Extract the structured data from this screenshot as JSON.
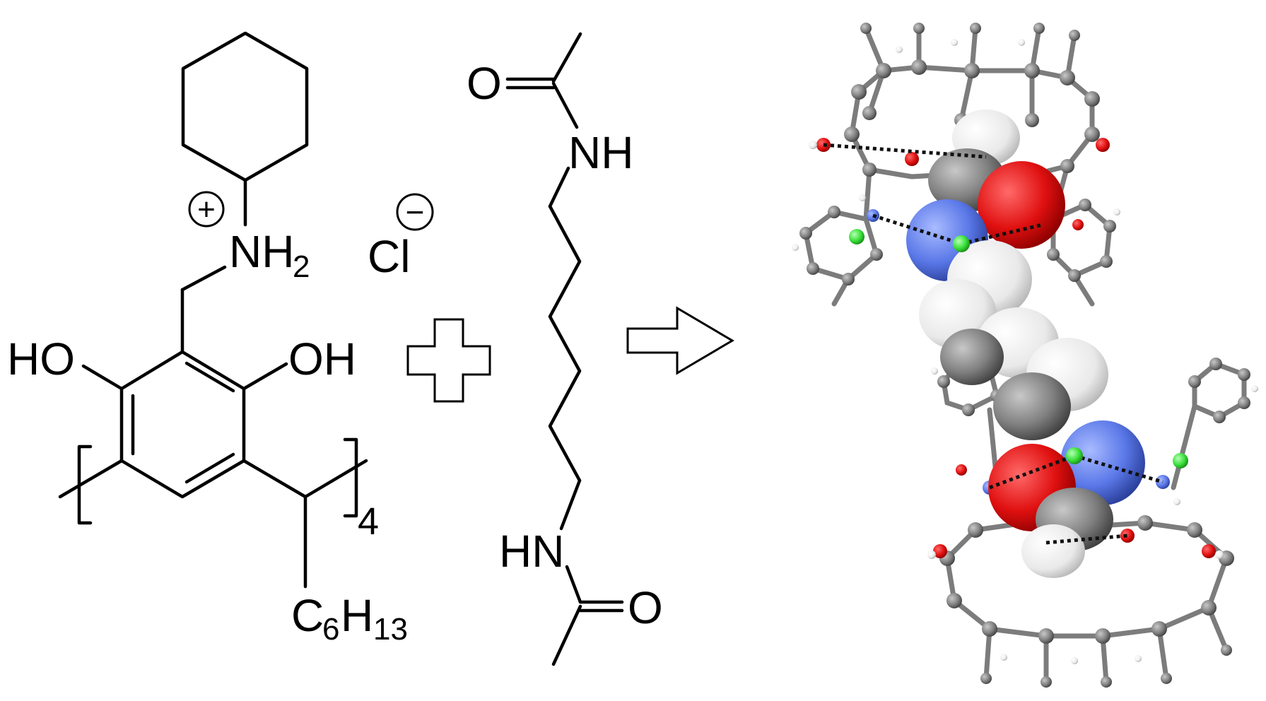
{
  "left_molecule": {
    "oh_left": "HO",
    "oh_right": "OH",
    "amine": "NH",
    "amine_sub": "2",
    "plus_sign": "+",
    "repeat_sub": "4",
    "alkyl_c": "C",
    "alkyl_c_sub": "6",
    "alkyl_h": "H",
    "alkyl_h_sub": "13"
  },
  "counter_ion": {
    "label": "Cl",
    "minus_sign": "−"
  },
  "middle_molecule": {
    "top_o": "O",
    "top_nh": "NH",
    "bottom_hn": "HN",
    "bottom_o": "O"
  },
  "colors": {
    "oxygen": "#e01010",
    "nitrogen": "#5a78e8",
    "chloride": "#39e039",
    "carbon": "#808080",
    "hydrogen": "#f2f2f2"
  },
  "icons": {
    "plus_operator": "outlined-cross-icon",
    "reaction_arrow": "outlined-right-arrow-icon"
  }
}
